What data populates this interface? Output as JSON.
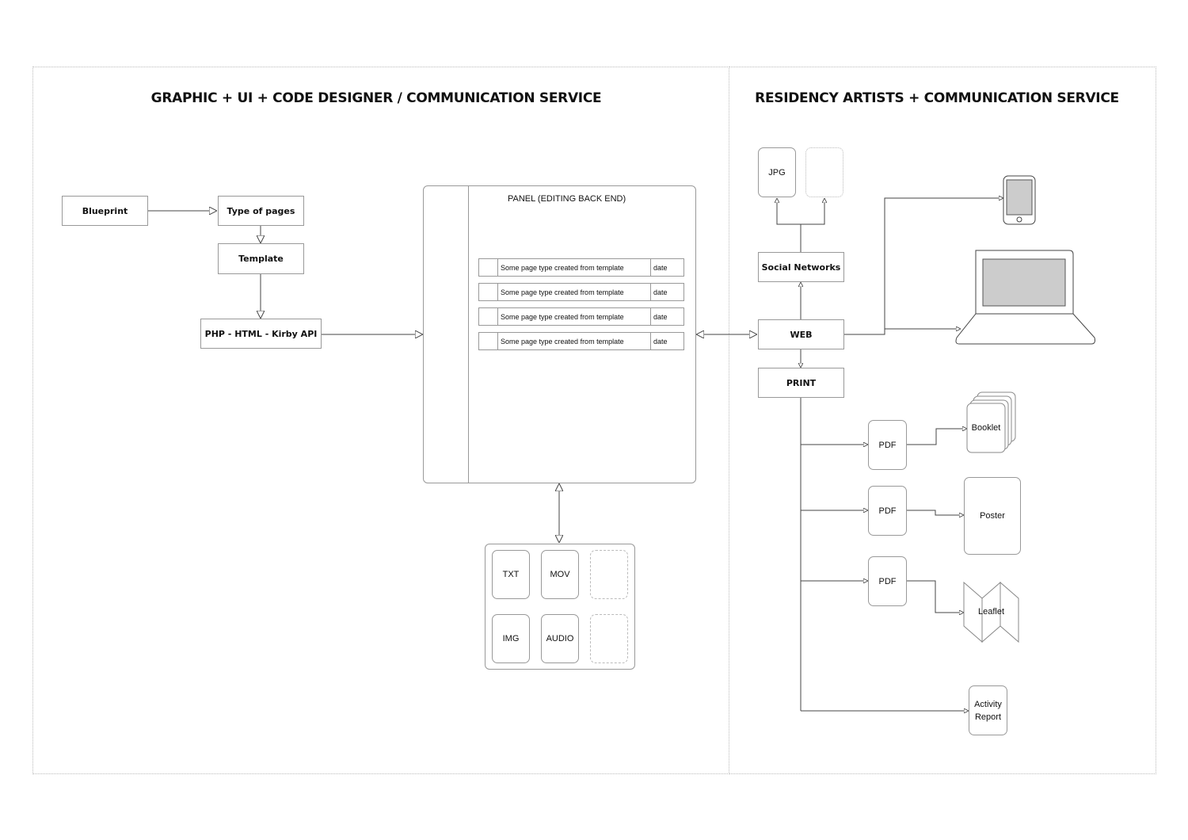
{
  "sections": [
    {
      "title": "GRAPHIC + UI + CODE DESIGNER / COMMUNICATION SERVICE"
    },
    {
      "title": "RESIDENCY ARTISTS + COMMUNICATION SERVICE"
    }
  ],
  "left": {
    "blueprint": "Blueprint",
    "type_of_pages": "Type of pages",
    "template": "Template",
    "php": "PHP - HTML - Kirby API",
    "panel": {
      "title": "PANEL (EDITING BACK END)",
      "rows": [
        {
          "label": "Some page type created from template",
          "date": "date"
        },
        {
          "label": "Some page type created from template",
          "date": "date"
        },
        {
          "label": "Some page type created from template",
          "date": "date"
        },
        {
          "label": "Some page type created from template",
          "date": "date"
        }
      ]
    },
    "media": [
      "TXT",
      "MOV",
      "",
      "IMG",
      "AUDIO",
      ""
    ]
  },
  "right": {
    "jpg": "JPG",
    "social": "Social Networks",
    "web": "WEB",
    "print": "PRINT",
    "pdf": [
      "PDF",
      "PDF",
      "PDF"
    ],
    "booklet": "Booklet",
    "poster": "Poster",
    "leaflet": "Leaflet",
    "activity_report": [
      "Activity",
      "Report"
    ],
    "devices": [
      "smartphone-icon",
      "laptop-icon"
    ]
  },
  "colors": {
    "line": "#444444",
    "border": "#999999",
    "screen": "#cccccc"
  }
}
